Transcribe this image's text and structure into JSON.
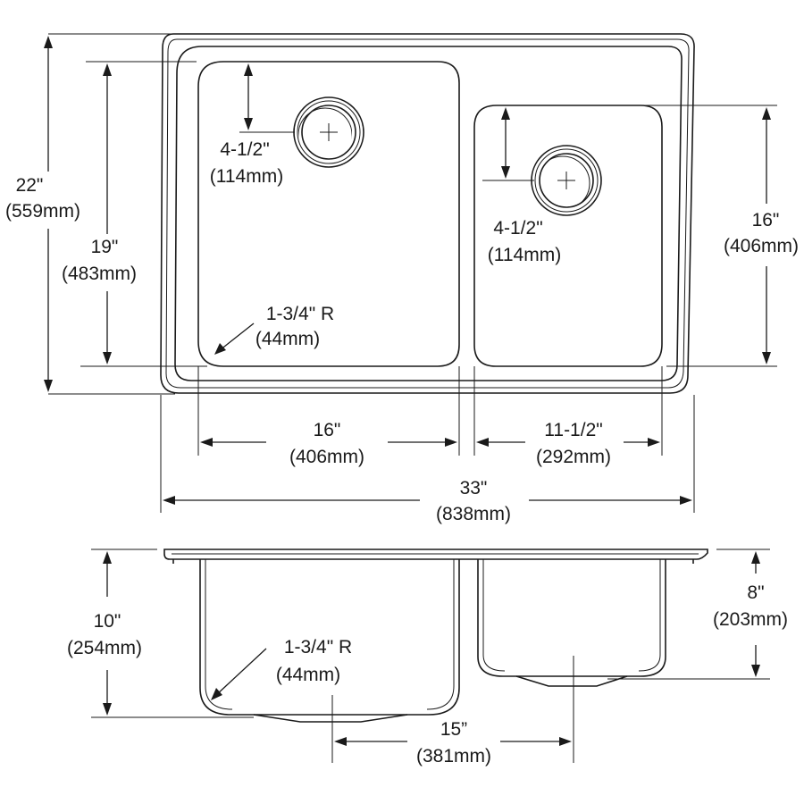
{
  "top_view": {
    "overall_depth": {
      "imperial": "22\"",
      "metric": "(559mm)"
    },
    "bowl_depth": {
      "imperial": "19\"",
      "metric": "(483mm)"
    },
    "left_drain_offset": {
      "imperial": "4-1/2\"",
      "metric": "(114mm)"
    },
    "right_drain_offset": {
      "imperial": "4-1/2\"",
      "metric": "(114mm)"
    },
    "right_bowl_depth": {
      "imperial": "16\"",
      "metric": "(406mm)"
    },
    "corner_radius": {
      "imperial": "1-3/4\" R",
      "metric": "(44mm)"
    },
    "left_bowl_width": {
      "imperial": "16\"",
      "metric": "(406mm)"
    },
    "right_bowl_width": {
      "imperial": "11-1/2\"",
      "metric": "(292mm)"
    },
    "overall_width": {
      "imperial": "33\"",
      "metric": "(838mm)"
    }
  },
  "side_view": {
    "left_bowl_height": {
      "imperial": "10\"",
      "metric": "(254mm)"
    },
    "corner_radius": {
      "imperial": "1-3/4\" R",
      "metric": "(44mm)"
    },
    "right_bowl_height": {
      "imperial": "8\"",
      "metric": "(203mm)"
    },
    "drain_spacing": {
      "imperial": "15”",
      "metric": "(381mm)"
    }
  }
}
